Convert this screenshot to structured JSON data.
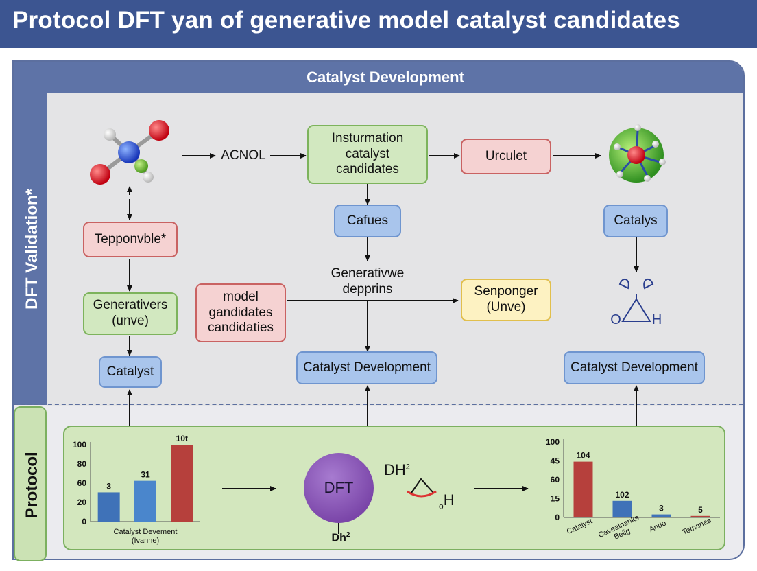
{
  "title": "Protocol DFT yan of generative model catalyst candidates",
  "frame": {
    "header": "Catalyst Development",
    "left_label": "DFT Validation*",
    "protocol_label": "Protocol"
  },
  "nodes": {
    "acnol": "ACNOL",
    "instrumation": "Insturmation\ncatalyst\ncandidates",
    "urculet": "Urculet",
    "tepponvble": "Tepponvble*",
    "cafues": "Cafues",
    "catalys": "Catalys",
    "generative_depprins": "Generativwe\ndepprins",
    "generativers": "Generativers\n(unve)",
    "model_candidates": "model\ngandidates\ncandidaties",
    "senponger": "Senponger\n(Unve)",
    "catalyst": "Catalyst",
    "catalyst_dev_mid": "Catalyst Development",
    "catalyst_dev_right": "Catalyst Development",
    "glyph_o": "O",
    "glyph_h": "H"
  },
  "protocol": {
    "dft_circle": "DFT",
    "dh2_top": "DH",
    "dh2_top_sub": "2",
    "dh2_bottom": "Dh",
    "dh2_bottom_sup": "2",
    "h_label": "H",
    "h_sub": "o"
  },
  "colors": {
    "title_bg": "#3c5591",
    "band": "#5e73a7",
    "green_border": "#7db35c",
    "red_border": "#c96262",
    "blue_fill": "#a9c5ec",
    "yellow_border": "#e1bf4d",
    "bar_blue": "#3f72b8",
    "bar_red": "#b6403c",
    "dft_circle": "#8a57b6"
  },
  "chart_data": [
    {
      "type": "bar",
      "categories": [
        "",
        "",
        ""
      ],
      "values": [
        38,
        53,
        100
      ],
      "data_labels": [
        "3",
        "31",
        "10t"
      ],
      "colors": [
        "#3f72b8",
        "#4a86cc",
        "#b6403c"
      ],
      "yticks": [
        "100",
        "80",
        "60",
        "20",
        "0"
      ],
      "xlabel": "Catalyst Devement\n(Ivanne)",
      "ylim": [
        0,
        100
      ]
    },
    {
      "type": "bar",
      "categories": [
        "Catalyst",
        "Cavealnanks\nBelig",
        "Ando",
        "Tetnanes"
      ],
      "values": [
        74,
        22,
        4,
        2
      ],
      "data_labels": [
        "104",
        "102",
        "3",
        "5"
      ],
      "colors": [
        "#b6403c",
        "#3f72b8",
        "#3f72b8",
        "#b6403c"
      ],
      "yticks": [
        "100",
        "45",
        "60",
        "15",
        "0"
      ],
      "ylim": [
        0,
        100
      ]
    }
  ]
}
